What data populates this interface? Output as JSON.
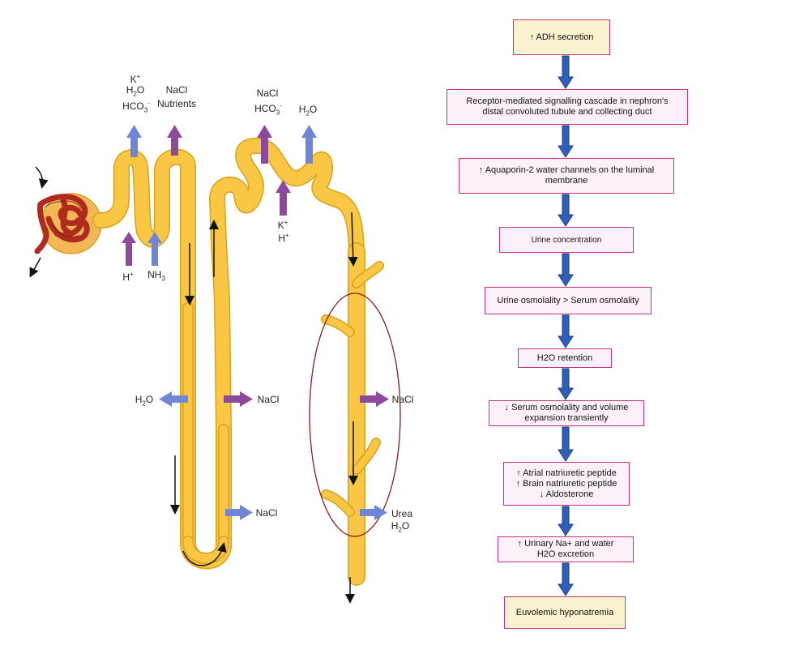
{
  "nephron": {
    "labels": {
      "k": "K",
      "k_sup": "+",
      "h2o_top": "H",
      "h2o_sub": "2",
      "h2o_o": "O",
      "hco3": "HCO",
      "hco3_sub": "3",
      "hco3_sup": "-",
      "nacl1": "NaCl",
      "nutrients": "Nutrients",
      "h_plus": "H",
      "h_plus_sup": "+",
      "nh3": "NH",
      "nh3_sub": "3",
      "nacl2": "NaCl",
      "hco3b": "HCO",
      "hco3b_sub": "3",
      "hco3b_sup": "-",
      "h2o_dct": "H",
      "h2o_dct_sub": "2",
      "h2o_dct_o": "O",
      "k2": "K",
      "k2_sup": "+",
      "h2": "H",
      "h2_sup": "+",
      "h2o_desc": "H",
      "h2o_desc_sub": "2",
      "h2o_desc_o": "O",
      "nacl_asc_thick": "NaCl",
      "nacl_cd": "NaCl",
      "nacl_asc_thin": "NaCl",
      "urea": "Urea",
      "h2o_cd": "H",
      "h2o_cd_sub": "2",
      "h2o_cd_o": "O"
    },
    "colors": {
      "tubule": "#f9c744",
      "tubule_edge": "#d9a11c",
      "blue_arrow": "#6f86d6",
      "purple_arrow": "#8e4a9a",
      "glomerulus": "#b02a1e",
      "capsule": "#f3b757",
      "ellipse": "#8b1a1a"
    }
  },
  "flowchart": {
    "steps": [
      {
        "lines": [
          "↑ ADH secretion"
        ],
        "style": "yellow"
      },
      {
        "lines": [
          "Receptor-mediated signalling cascade in nephron's",
          "distal convoluted tubule and collecting duct"
        ],
        "style": "pink"
      },
      {
        "lines": [
          "↑ Aquaporin-2 water channels on the luminal",
          "membrane"
        ],
        "style": "pink"
      },
      {
        "lines": [
          "Urine concentration"
        ],
        "style": "pink"
      },
      {
        "lines": [
          "Urine osmolality > Serum osmolality"
        ],
        "style": "pink"
      },
      {
        "lines": [
          "H2O retention"
        ],
        "style": "pink"
      },
      {
        "lines": [
          "↓ Serum osmolality and volume",
          "expansion transiently"
        ],
        "style": "pink"
      },
      {
        "lines": [
          "↑ Atrial natriuretic peptide",
          "↑ Brain natriuretic peptide",
          "↓ Aldosterone"
        ],
        "style": "pink"
      },
      {
        "lines": [
          "↑ Urinary Na+ and water",
          "H2O excretion"
        ],
        "style": "pink"
      },
      {
        "lines": [
          "Euvolemic hyponatremia"
        ],
        "style": "yellow"
      }
    ],
    "colors": {
      "border": "#c4307a",
      "pink_fill": "#fcf1fb",
      "yellow_fill": "#fbf3cf",
      "arrow": "#2f5fb8"
    }
  }
}
